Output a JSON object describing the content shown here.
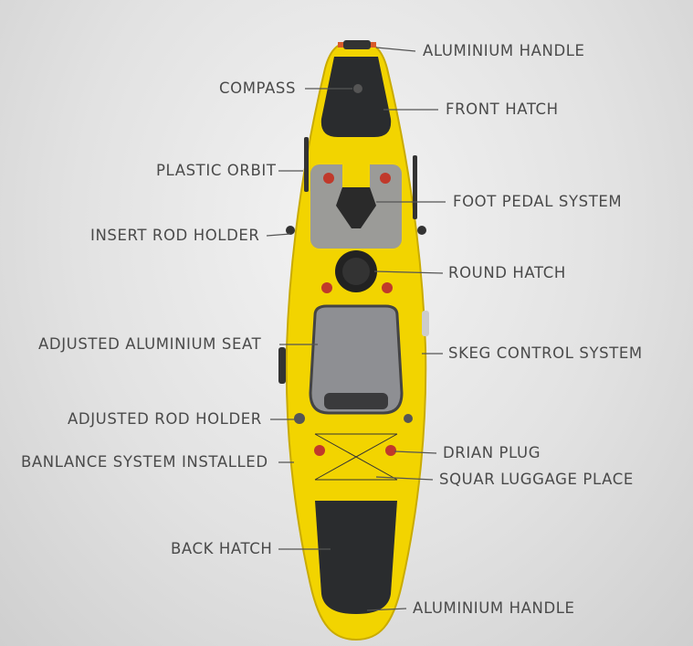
{
  "labels": {
    "handle_top": "ALUMINIUM HANDLE",
    "compass": "COMPASS",
    "front_hatch": "FRONT HATCH",
    "plastic_orbit": "PLASTIC ORBIT",
    "foot_pedal": "FOOT PEDAL SYSTEM",
    "insert_rod_holder": "INSERT ROD HOLDER",
    "round_hatch": "ROUND HATCH",
    "seat": "ADJUSTED ALUMINIUM SEAT",
    "skeg": "SKEG CONTROL SYSTEM",
    "adjusted_rod_holder": "ADJUSTED ROD HOLDER",
    "drain_plug": "DRIAN PLUG",
    "balance": "BANLANCE SYSTEM INSTALLED",
    "luggage": "SQUAR LUGGAGE PLACE",
    "back_hatch": "BACK HATCH",
    "handle_bottom": "ALUMINIUM HANDLE"
  },
  "colors": {
    "hull": "#f2d400",
    "hatch": "#2a2c2e",
    "label": "#4a4a4a"
  }
}
